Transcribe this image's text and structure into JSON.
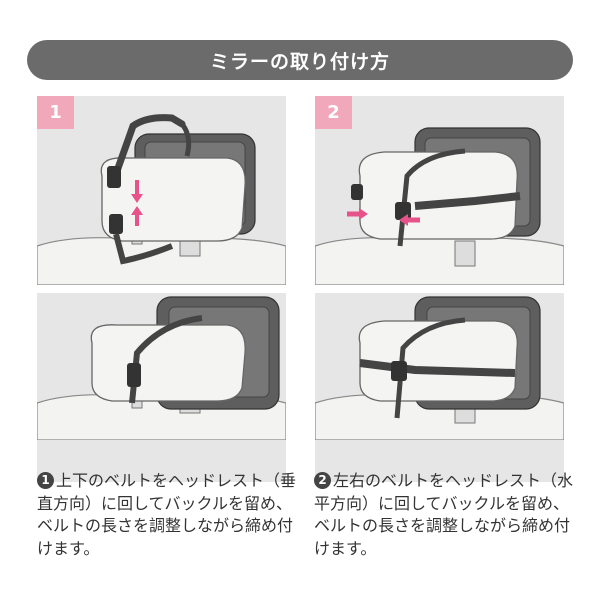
{
  "title": "ミラーの取り付け方",
  "steps": [
    {
      "badge": "1",
      "number": "1",
      "text": "上下のベルトをヘッドレスト（垂直方向）に回してバックルを留め、ベルトの長さを調整しながら締め付けます。"
    },
    {
      "badge": "2",
      "number": "2",
      "text": "左右のベルトをヘッドレスト（水平方向）に回してバックルを留め、ベルトの長さを調整しながら締め付けます。"
    }
  ],
  "colors": {
    "title_bg": "#6b6b6b",
    "badge_bg": "#f0a8ba",
    "panel_bg": "#e6e6e6",
    "arrow": "#e8528a"
  }
}
